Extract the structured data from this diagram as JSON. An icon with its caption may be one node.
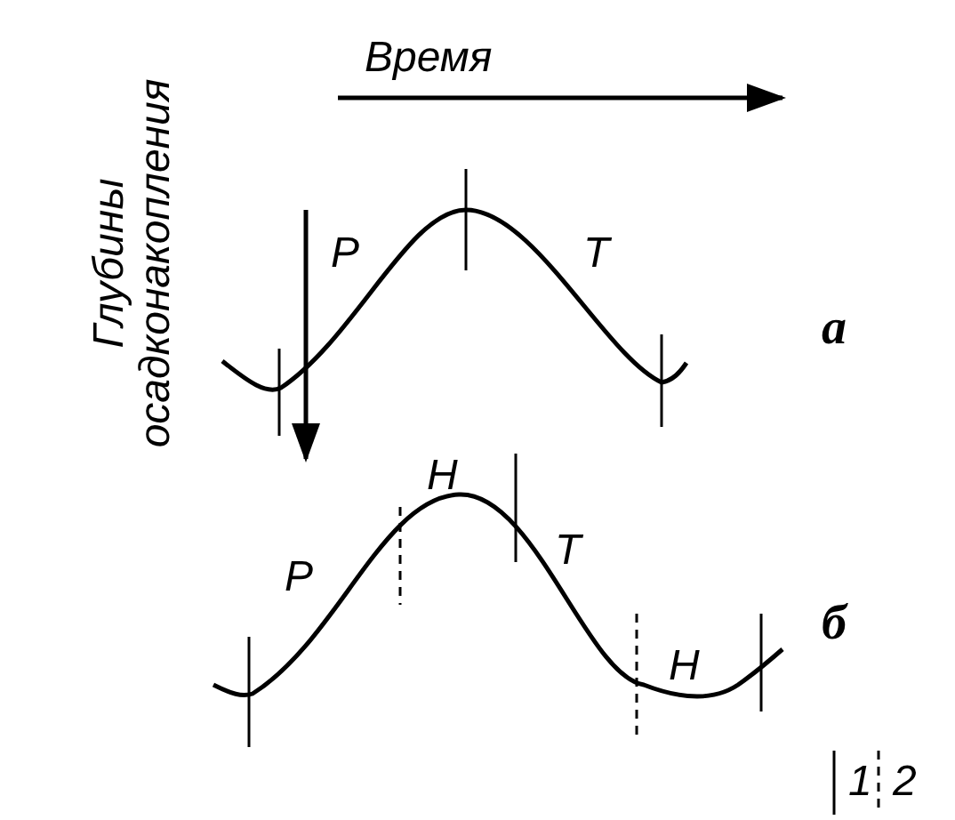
{
  "diagram": {
    "labels": [
      "Время",
      "Глубины осадконакопления",
      "Р",
      "Т",
      "а",
      "Р",
      "Н",
      "Т",
      "Н",
      "б"
    ],
    "legend": [
      {
        "text": "1"
      },
      {
        "text": "2"
      }
    ]
  }
}
